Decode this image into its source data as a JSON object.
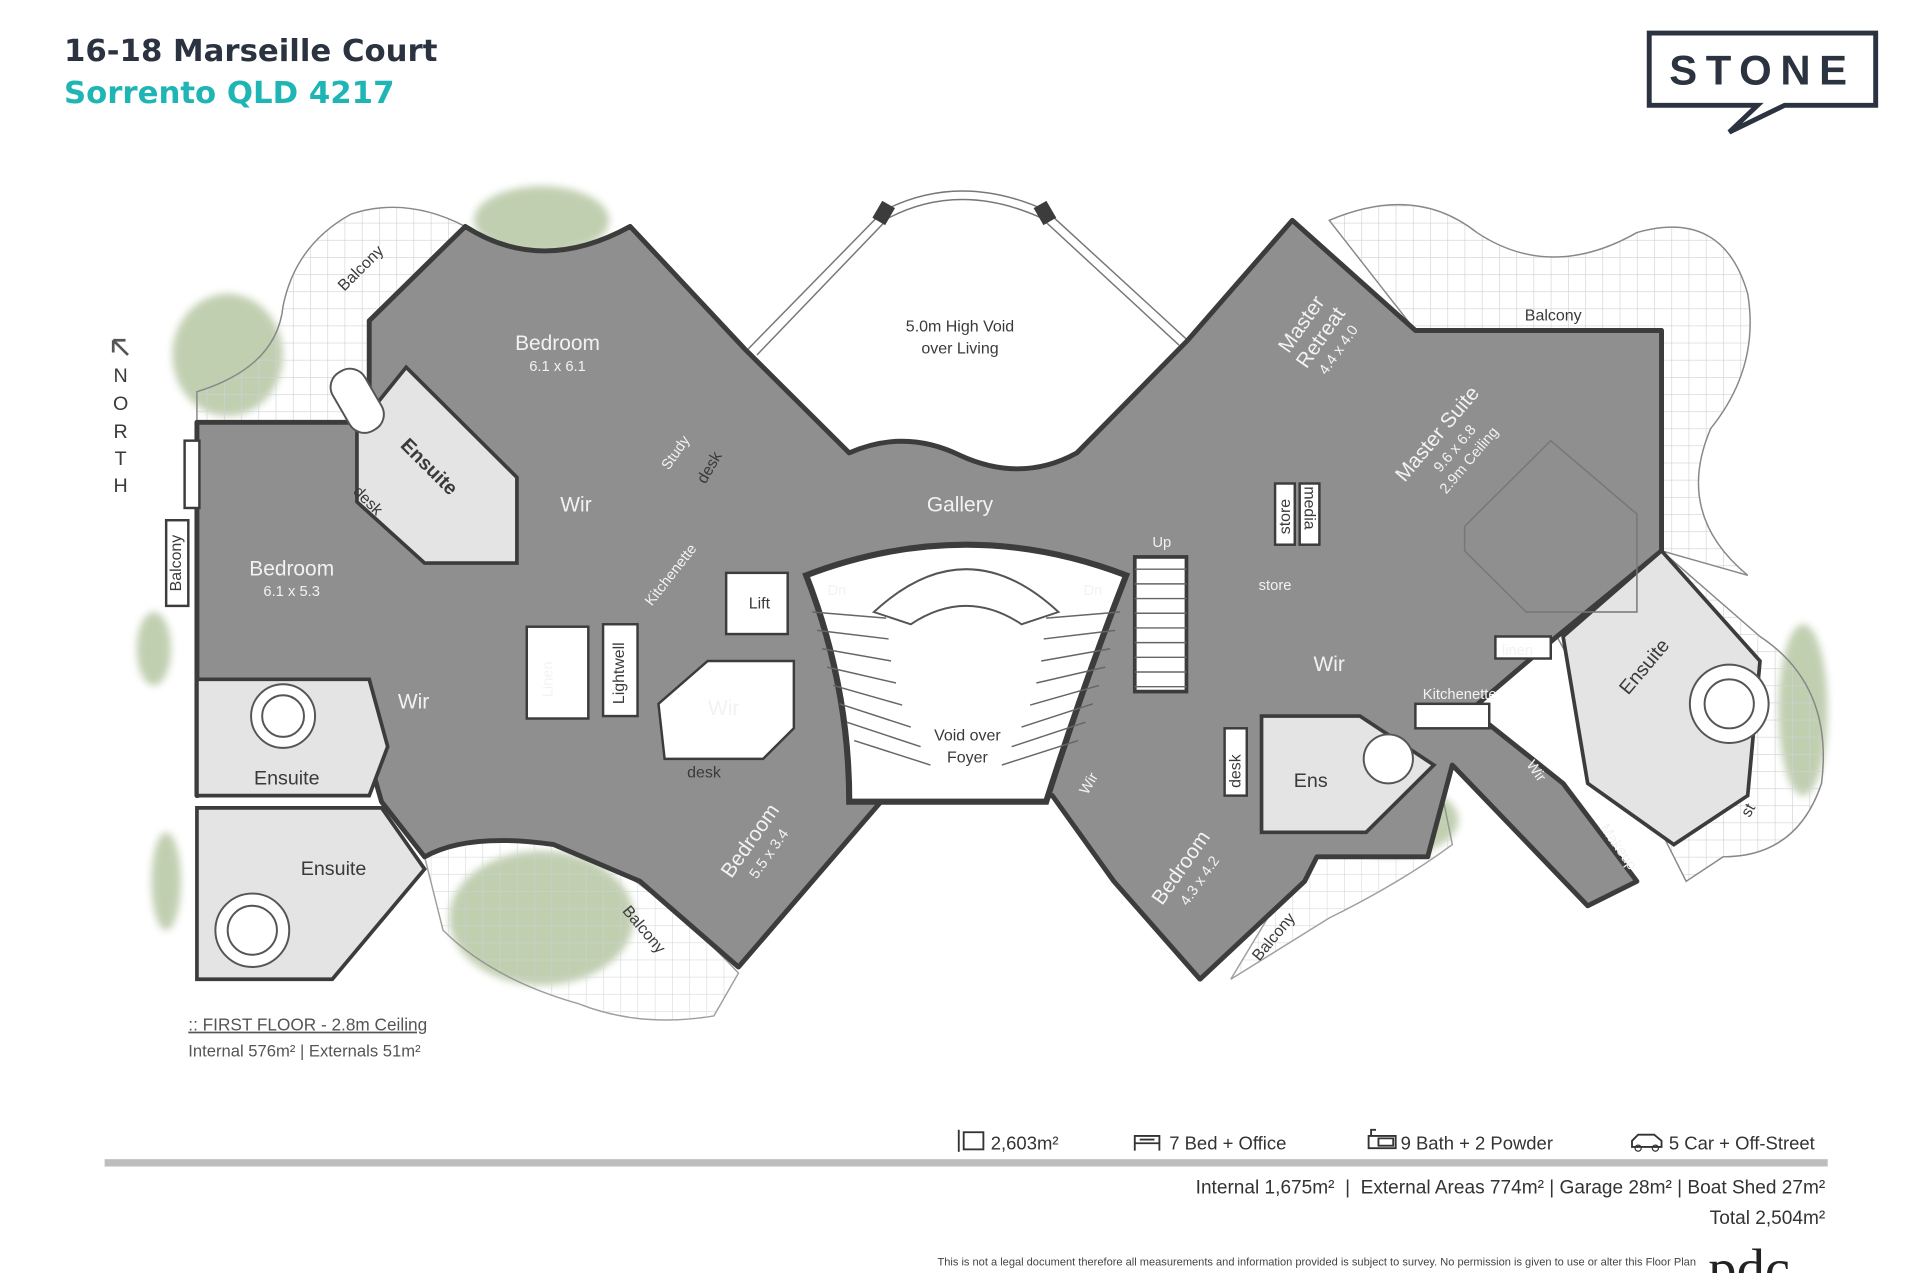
{
  "header": {
    "address_line1": "16-18 Marseille Court",
    "address_line2": "Sorrento QLD 4217"
  },
  "logo": {
    "brand": "STONE"
  },
  "compass": {
    "icon": "north-arrow-icon",
    "letters": [
      "N",
      "O",
      "R",
      "T",
      "H"
    ]
  },
  "plan": {
    "balcony_top_left": "Balcony",
    "bedroom_top": {
      "name": "Bedroom",
      "dims": "6.1 x 6.1"
    },
    "ensuite_top": "Ensuite",
    "desk_top_left": "desk",
    "wir_top": "Wir",
    "study": "Study",
    "desk_study": "desk",
    "void_living": {
      "line1": "5.0m High Void",
      "line2": "over Living"
    },
    "gallery": "Gallery",
    "balcony_left": "Balcony",
    "bedroom_left": {
      "name": "Bedroom",
      "dims": "6.1 x 5.3"
    },
    "kitchenette_left": "Kitchenette",
    "lift": "Lift",
    "linen_left": "Linen",
    "lightwell": "Lightwell",
    "wir_center": "Wir",
    "desk_center": "desk",
    "wir_left": "Wir",
    "ensuite_left": "Ensuite",
    "ensuite_bottom_left": "Ensuite",
    "stair_dn_left": "Dn",
    "stair_dn_right": "Dn",
    "stair_up": "Up",
    "void_foyer": {
      "line1": "Void over",
      "line2": "Foyer"
    },
    "bedroom_bottom_center": {
      "name": "Bedroom",
      "dims": "5.5 x 3.4"
    },
    "balcony_bottom_left": "Balcony",
    "wir_stair": "Wir",
    "bedroom_bottom_right": {
      "name": "Bedroom",
      "dims": "4.3 x 4.2"
    },
    "balcony_bottom_right": "Balcony",
    "desk_right": "desk",
    "ens_right": "Ens",
    "store_vertical": "store",
    "media": "media",
    "store_right": "store",
    "wir_right": "Wir",
    "kitchenette_right": "Kitchenette",
    "linen_right": "linen",
    "master_retreat": {
      "line1": "Master",
      "line2": "Retreat",
      "dims": "4.4 x 4.0"
    },
    "balcony_right": "Balcony",
    "master_suite": {
      "name": "Master Suite",
      "dims": "9.6 x 6.8",
      "ceiling": "2.9m Ceiling"
    },
    "ensuite_master": "Ensuite",
    "wir_master": "Wir",
    "makeup": "Makeup",
    "st": "st"
  },
  "floor_note": {
    "title": ":: FIRST FLOOR - 2.8m Ceiling",
    "areas": "Internal 576m² | Externals 51m²"
  },
  "stats": [
    {
      "icon": "land-area-icon",
      "label": "2,603m²"
    },
    {
      "icon": "bed-icon",
      "label": "7 Bed + Office"
    },
    {
      "icon": "bath-icon",
      "label": "9 Bath + 2 Powder"
    },
    {
      "icon": "car-icon",
      "label": "5 Car + Off-Street"
    }
  ],
  "area_summary": {
    "breakdown": "Internal 1,675m²  |  External Areas 774m² | Garage 28m² | Boat Shed 27m²",
    "total": "Total 2,504m²"
  },
  "disclaimer": "This is not a legal document therefore all measurements and information provided is subject to survey. No permission is given to use or alter this Floor Plan",
  "pdc_logo": "pdc",
  "colors": {
    "title": "#2b3340",
    "accent": "#1fb5b5",
    "room": "#8f8f8f",
    "wall": "#3c3c3c",
    "wet_area": "#e4e4e4",
    "garden": "#b7c7a4"
  }
}
